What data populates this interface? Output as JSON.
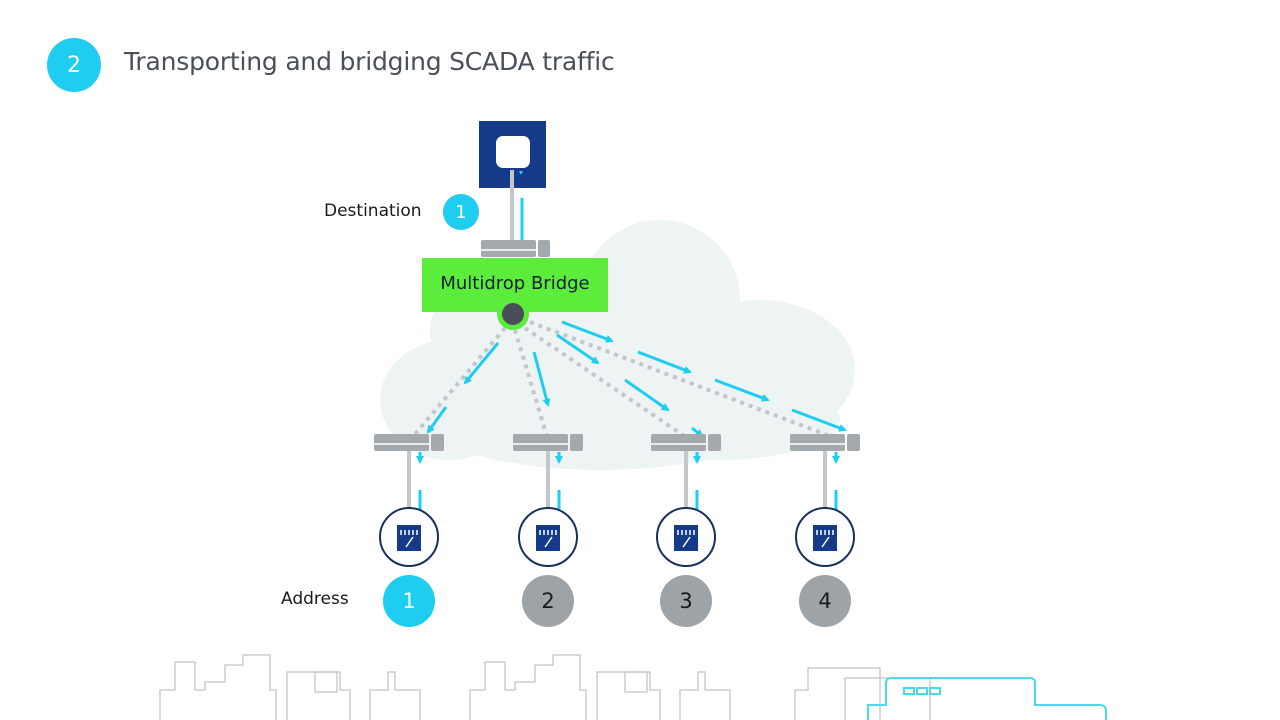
{
  "header": {
    "step_number": "2",
    "title": "Transporting and bridging SCADA traffic"
  },
  "diagram": {
    "destination": {
      "label": "Destination",
      "badge": "1",
      "device_icon": "database-server-icon"
    },
    "bridge": {
      "label": "Multidrop Bridge"
    },
    "address": {
      "label": "Address",
      "nodes": [
        {
          "number": "1",
          "state": "active",
          "icon": "meter-icon"
        },
        {
          "number": "2",
          "state": "inactive",
          "icon": "meter-icon"
        },
        {
          "number": "3",
          "state": "inactive",
          "icon": "meter-icon"
        },
        {
          "number": "4",
          "state": "inactive",
          "icon": "meter-icon"
        }
      ]
    },
    "colors": {
      "accent": "#1ecdf0",
      "bridge": "#5cec3c",
      "device_navy": "#163a8a",
      "inactive": "#9ea3a8",
      "cloud": "#eef3f4",
      "router": "#a4a9ae"
    }
  },
  "footer": {
    "illustration": "city-skyline-outline"
  }
}
